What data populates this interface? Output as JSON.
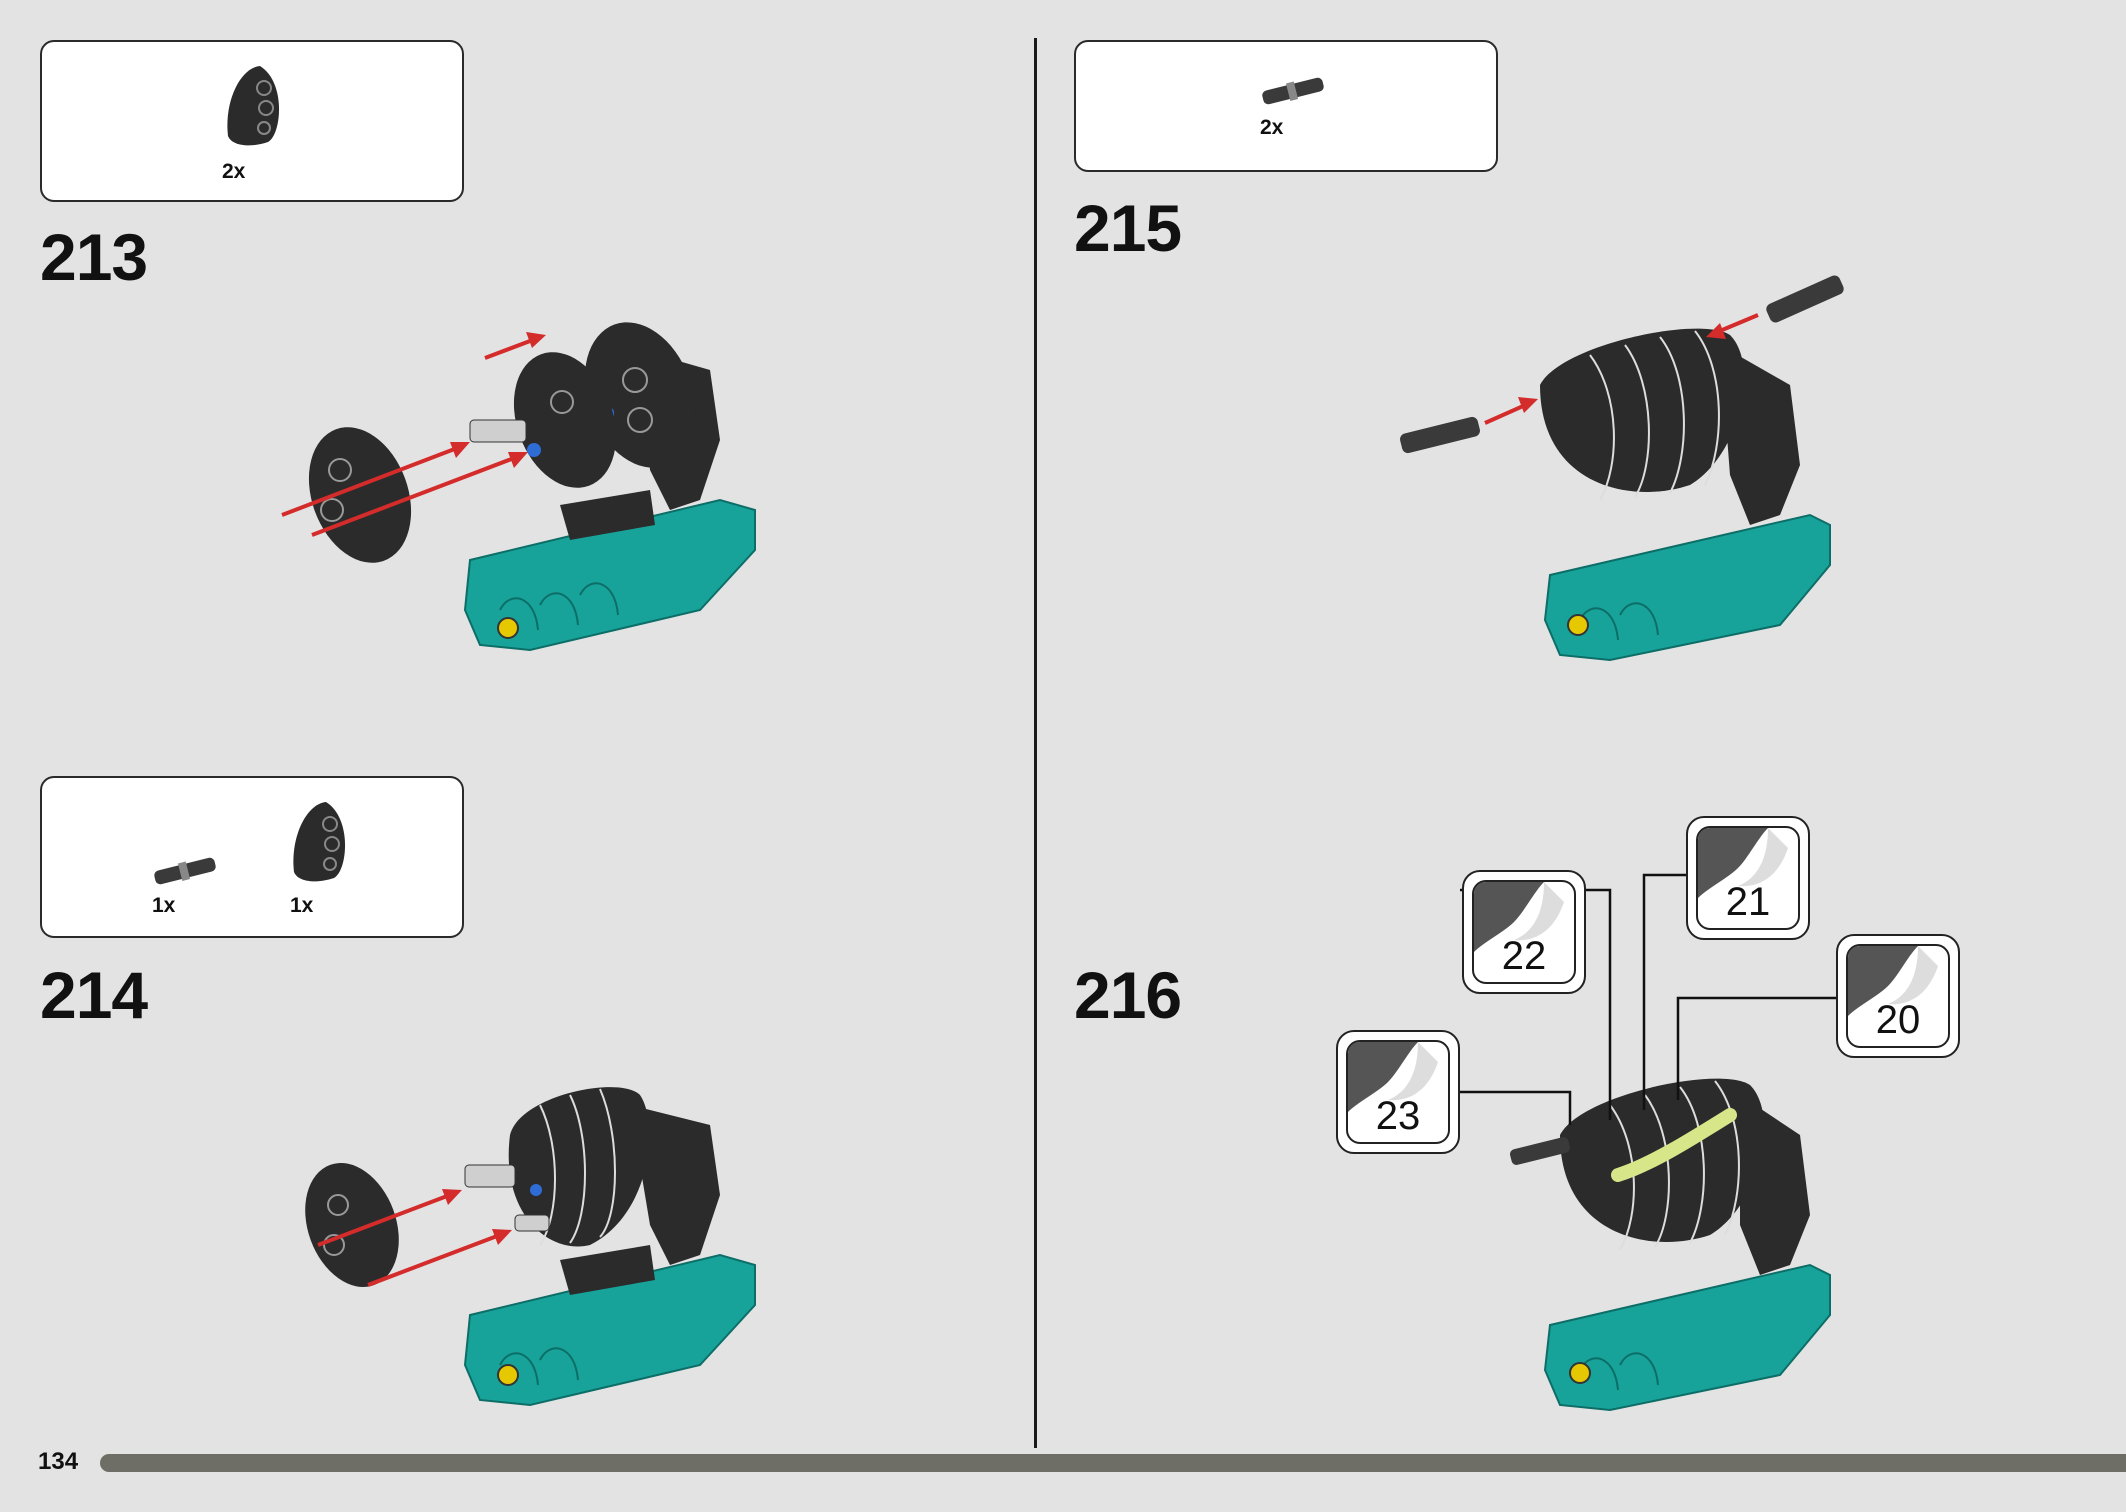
{
  "page": {
    "number": "134"
  },
  "steps": [
    {
      "number": "213",
      "parts": [
        {
          "qty": "2x",
          "icon": "curved-panel-icon"
        }
      ]
    },
    {
      "number": "214",
      "parts": [
        {
          "qty": "1x",
          "icon": "axle-pin-icon"
        },
        {
          "qty": "1x",
          "icon": "curved-panel-icon"
        }
      ]
    },
    {
      "number": "215",
      "parts": [
        {
          "qty": "2x",
          "icon": "axle-pin-icon"
        }
      ]
    },
    {
      "number": "216",
      "stickers": [
        "22",
        "21",
        "20",
        "23"
      ]
    }
  ],
  "colors": {
    "background": "#e3e3e3",
    "teal": "#17a39a",
    "dark": "#2b2b2b",
    "arrow": "#d42b2b",
    "progress": "#6e6e66",
    "sticker_accent": "#d8e68a"
  }
}
